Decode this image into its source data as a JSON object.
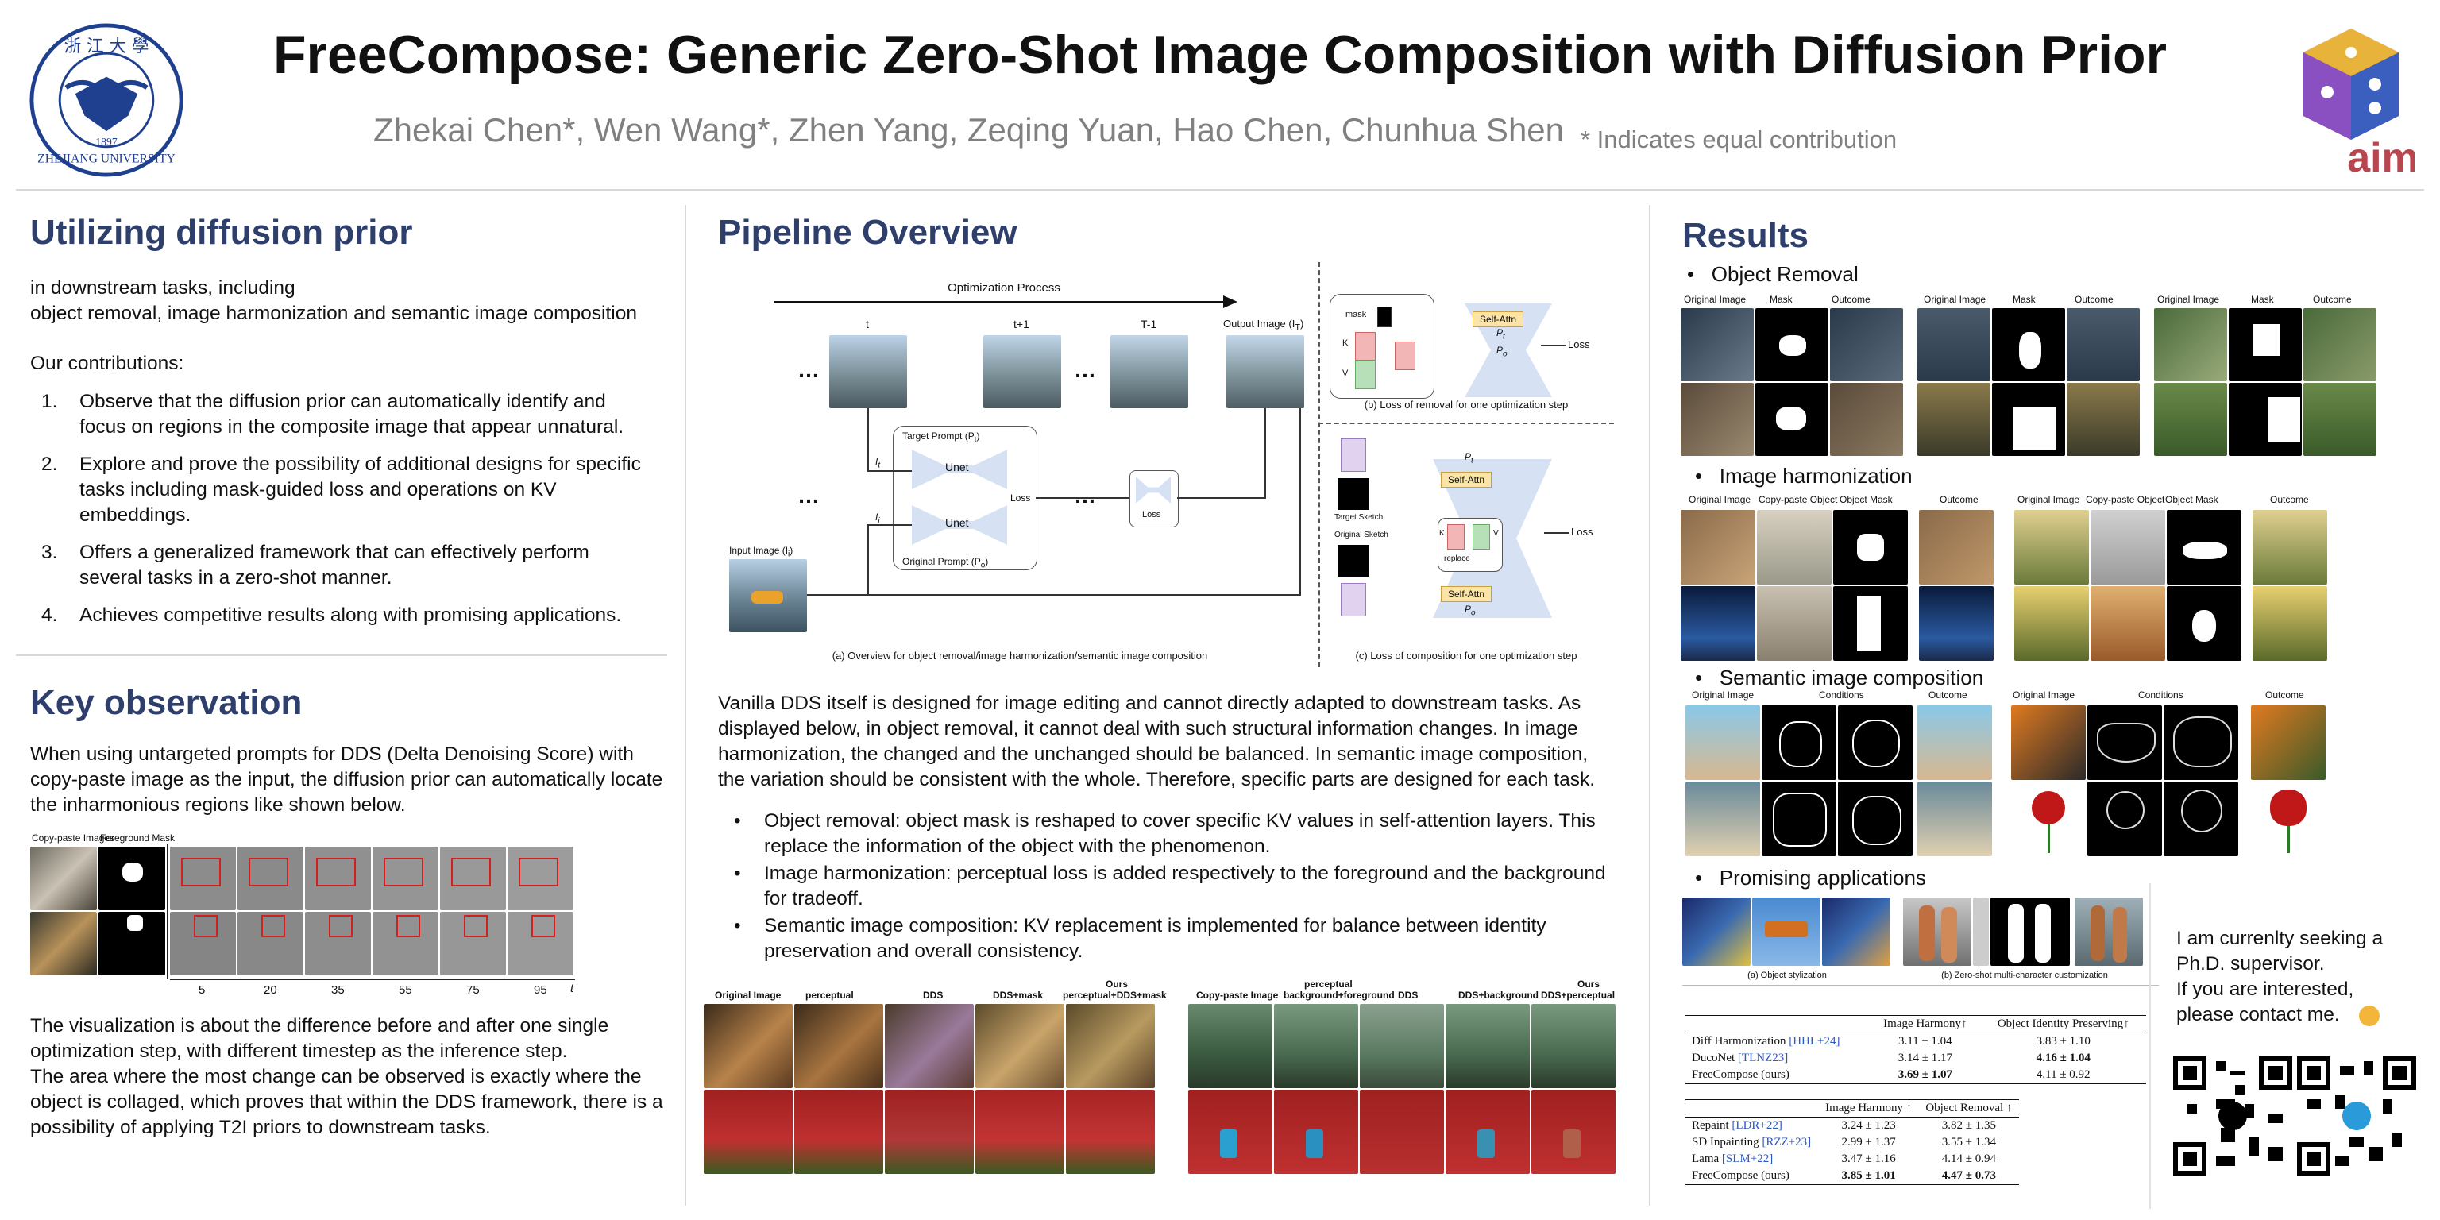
{
  "header": {
    "title": "FreeCompose: Generic Zero-Shot Image Composition with Diffusion Prior",
    "authors": "Zhekai Chen*, Wen Wang*, Zhen Yang, Zeqing Yuan, Hao Chen, Chunhua Shen",
    "equal_note": "* Indicates equal contribution",
    "aim_text": "aim"
  },
  "left": {
    "s1_title": "Utilizing diffusion prior",
    "s1_intro1": "in downstream tasks, including",
    "s1_intro2": "object removal, image harmonization and semantic image composition",
    "contrib_head": "Our contributions:",
    "contributions": [
      {
        "n": "1.",
        "text": "Observe that the diffusion prior can automatically identify and focus on regions in the composite image that appear unnatural."
      },
      {
        "n": "2.",
        "text": "Explore and prove the possibility of additional designs for specific tasks including mask-guided loss and operations on  KV embeddings."
      },
      {
        "n": "3.",
        "text": "Offers a generalized framework that can effectively perform several tasks in a zero-shot manner."
      },
      {
        "n": "4.",
        "text": "Achieves competitive results along with promising applications."
      }
    ],
    "s2_title": "Key observation",
    "s2_para": "When using untargeted prompts for DDS (Delta Denoising Score) with copy-paste image as the input, the diffusion prior can automatically locate the inharmonious regions like shown below.",
    "fig_labels": {
      "a": "Copy-paste Images",
      "b": "Foreground Mask"
    },
    "timesteps": [
      "5",
      "20",
      "35",
      "55",
      "75",
      "95"
    ],
    "axis_t": "t",
    "s2_para2a": "The visualization is about the difference before and after one single optimization step, with different timestep as the inference step.",
    "s2_para2b": "The area where the most change can be observed is exactly where the object is collaged, which proves that within the DDS framework, there is a possibility of applying T2I priors to downstream tasks."
  },
  "middle": {
    "title": "Pipeline Overview",
    "opt_process": "Optimization Process",
    "steps": [
      "t",
      "t+1",
      "T-1"
    ],
    "output_label": "Output Image (I",
    "output_sub": "T",
    "target_prompt": "Target Prompt (P",
    "target_sub": "t",
    "orig_prompt": "Original Prompt (P",
    "orig_sub": "o",
    "unet": "Unet",
    "loss": "Loss",
    "input_label": "Input Image (I",
    "input_sub": "i",
    "it_label": "I",
    "it_sub": "t",
    "ii_label": "I",
    "ii_sub": "i",
    "cap_a": "(a) Overview for object removal/image harmonization/semantic image composition",
    "cap_b": "(b) Loss of removal for one optimization step",
    "cap_c": "(c) Loss of composition for one optimization step",
    "mask_word": "mask",
    "self_attn": "Self-Attn",
    "k": "K",
    "v": "V",
    "pt": "P",
    "pt_sub": "t",
    "po": "P",
    "po_sub": "o",
    "target_sketch": "Target Sketch",
    "original_sketch": "Original Sketch",
    "replace": "replace",
    "para": "Vanilla DDS itself is designed for image editing and cannot directly adapted to downstream tasks. As displayed below, in object removal, it cannot deal with such structural information changes. In image harmonization, the changed and the unchanged should be balanced. In semantic image composition, the variation should be consistent with the whole. Therefore, specific parts are designed for each task.",
    "bullets": [
      "Object removal: object mask is reshaped to cover specific KV values in self-attention layers. This replace the information of the object with the phenomenon.",
      "Image harmonization: perceptual loss is added respectively to the foreground and the background for tradeoff.",
      "Semantic image composition: KV replacement is implemented for balance between identity preservation and overall consistency."
    ],
    "abl1_headers": [
      "Original Image",
      "perceptual",
      "DDS",
      "DDS+mask",
      "Ours",
      "perceptual+DDS+mask"
    ],
    "abl2_headers": [
      "Copy-paste Image",
      "perceptual",
      "background+foreground",
      "DDS",
      "DDS+background",
      "Ours",
      "DDS+perceptual"
    ]
  },
  "right": {
    "title": "Results",
    "sub1": "Object Removal",
    "sub2": "Image harmonization",
    "sub3": "Semantic image composition",
    "sub4": "Promising applications",
    "or_headers": [
      "Original Image",
      "Mask",
      "Outcome"
    ],
    "ih_headers": [
      "Original Image",
      "Copy-paste Object",
      "Object Mask",
      "Outcome"
    ],
    "sc_headers": [
      "Original Image",
      "Conditions",
      "Outcome"
    ],
    "app_cap_a": "(a) Object stylization",
    "app_cap_b": "(b) Zero-shot multi-character customization",
    "contact": [
      "I am currenlty seeking a",
      "Ph.D. supervisor.",
      "If you are interested,",
      "please contact me."
    ],
    "table1": {
      "headers": [
        "",
        "Image Harmony↑",
        "Object Identity Preserving↑"
      ],
      "rows": [
        {
          "name": "Diff Harmonization",
          "cite": "[HHL+24]",
          "a": "3.11 ± 1.04",
          "b": "3.83 ± 1.10",
          "bold_a": false,
          "bold_b": false
        },
        {
          "name": "DucoNet",
          "cite": "[TLNZ23]",
          "a": "3.14 ± 1.17",
          "b": "4.16 ± 1.04",
          "bold_a": false,
          "bold_b": true
        },
        {
          "name": "FreeCompose (ours)",
          "cite": "",
          "a": "3.69 ± 1.07",
          "b": "4.11 ± 0.92",
          "bold_a": true,
          "bold_b": false
        }
      ]
    },
    "table2": {
      "headers": [
        "",
        "Image Harmony ↑",
        "Object Removal ↑"
      ],
      "rows": [
        {
          "name": "Repaint",
          "cite": "[LDR+22]",
          "a": "3.24 ± 1.23",
          "b": "3.82 ± 1.35",
          "bold_a": false,
          "bold_b": false
        },
        {
          "name": "SD Inpainting",
          "cite": "[RZZ+23]",
          "a": "2.99 ± 1.37",
          "b": "3.55 ± 1.34",
          "bold_a": false,
          "bold_b": false
        },
        {
          "name": "Lama",
          "cite": "[SLM+22]",
          "a": "3.47 ± 1.16",
          "b": "4.14 ± 0.94",
          "bold_a": false,
          "bold_b": false
        },
        {
          "name": "FreeCompose (ours)",
          "cite": "",
          "a": "3.85 ± 1.01",
          "b": "4.47 ± 0.73",
          "bold_a": true,
          "bold_b": true
        }
      ]
    }
  },
  "colors": {
    "heading": "#2f3f6b",
    "seal": "#1f3f8f",
    "accent_blue": "#2b57c7"
  }
}
